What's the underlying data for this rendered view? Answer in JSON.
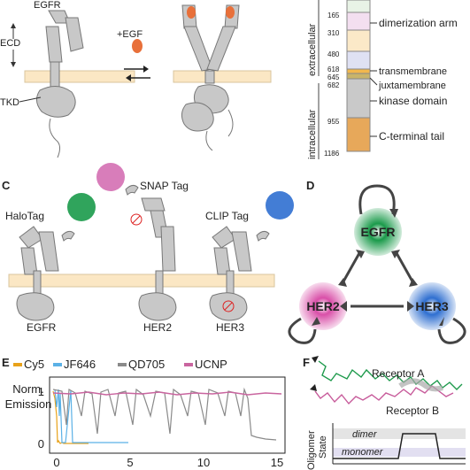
{
  "panelA": {
    "egfr": "EGFR",
    "ecd": "ECD",
    "tkd": "TKD",
    "ligand": "+EGF"
  },
  "panelB": {
    "outer_labels": [
      "extracellular",
      "intracellular"
    ],
    "ticks": [
      "165",
      "310",
      "480",
      "618",
      "645",
      "682",
      "955",
      "1186"
    ],
    "domains": [
      "dimerization arm",
      "transmembrane",
      "juxtamembrane",
      "kinase domain",
      "C-terminal tail"
    ],
    "colors": {
      "seg1": "#f3dff0",
      "seg2": "#fbe9c8",
      "seg3": "#dfe1f3",
      "tm": "#f2b84d",
      "juxta": "#c9b46a",
      "kinase": "#c9c9c9",
      "ctail": "#e7a85a"
    }
  },
  "panelC": {
    "label": "C",
    "tags": [
      "HaloTag",
      "SNAP Tag",
      "CLIP Tag"
    ],
    "receptors": [
      "EGFR",
      "HER2",
      "HER3"
    ],
    "colors": {
      "halo": "#1a9a4a",
      "snap": "#d46fb3",
      "clip": "#2f6fd0",
      "membrane": "#fbe7c4",
      "protein": "#c8c8c8"
    }
  },
  "panelD": {
    "label": "D",
    "nodes": [
      "EGFR",
      "HER2",
      "HER3"
    ],
    "colors": {
      "egfr": "#1a9a4a",
      "her2": "#d94fa8",
      "her3": "#2f6fd0"
    }
  },
  "panelE": {
    "label": "E",
    "legend": [
      {
        "name": "Cy5",
        "color": "#e8a21a"
      },
      {
        "name": "JF646",
        "color": "#5bb1e6"
      },
      {
        "name": "QD705",
        "color": "#8a8a8a"
      },
      {
        "name": "UCNP",
        "color": "#c9659f"
      }
    ],
    "ylabel": [
      "Norm.",
      "Emission"
    ],
    "yticks": [
      "1",
      "0"
    ],
    "xticks": [
      "0",
      "5",
      "10",
      "15"
    ]
  },
  "panelF": {
    "label": "F",
    "receptor_a": "Receptor A",
    "receptor_b": "Receptor B",
    "ylabel": [
      "Oligomer",
      "State"
    ],
    "states": [
      "dimer",
      "monomer"
    ],
    "colors": {
      "a": "#1e9a4c",
      "b": "#c75a9a"
    }
  }
}
